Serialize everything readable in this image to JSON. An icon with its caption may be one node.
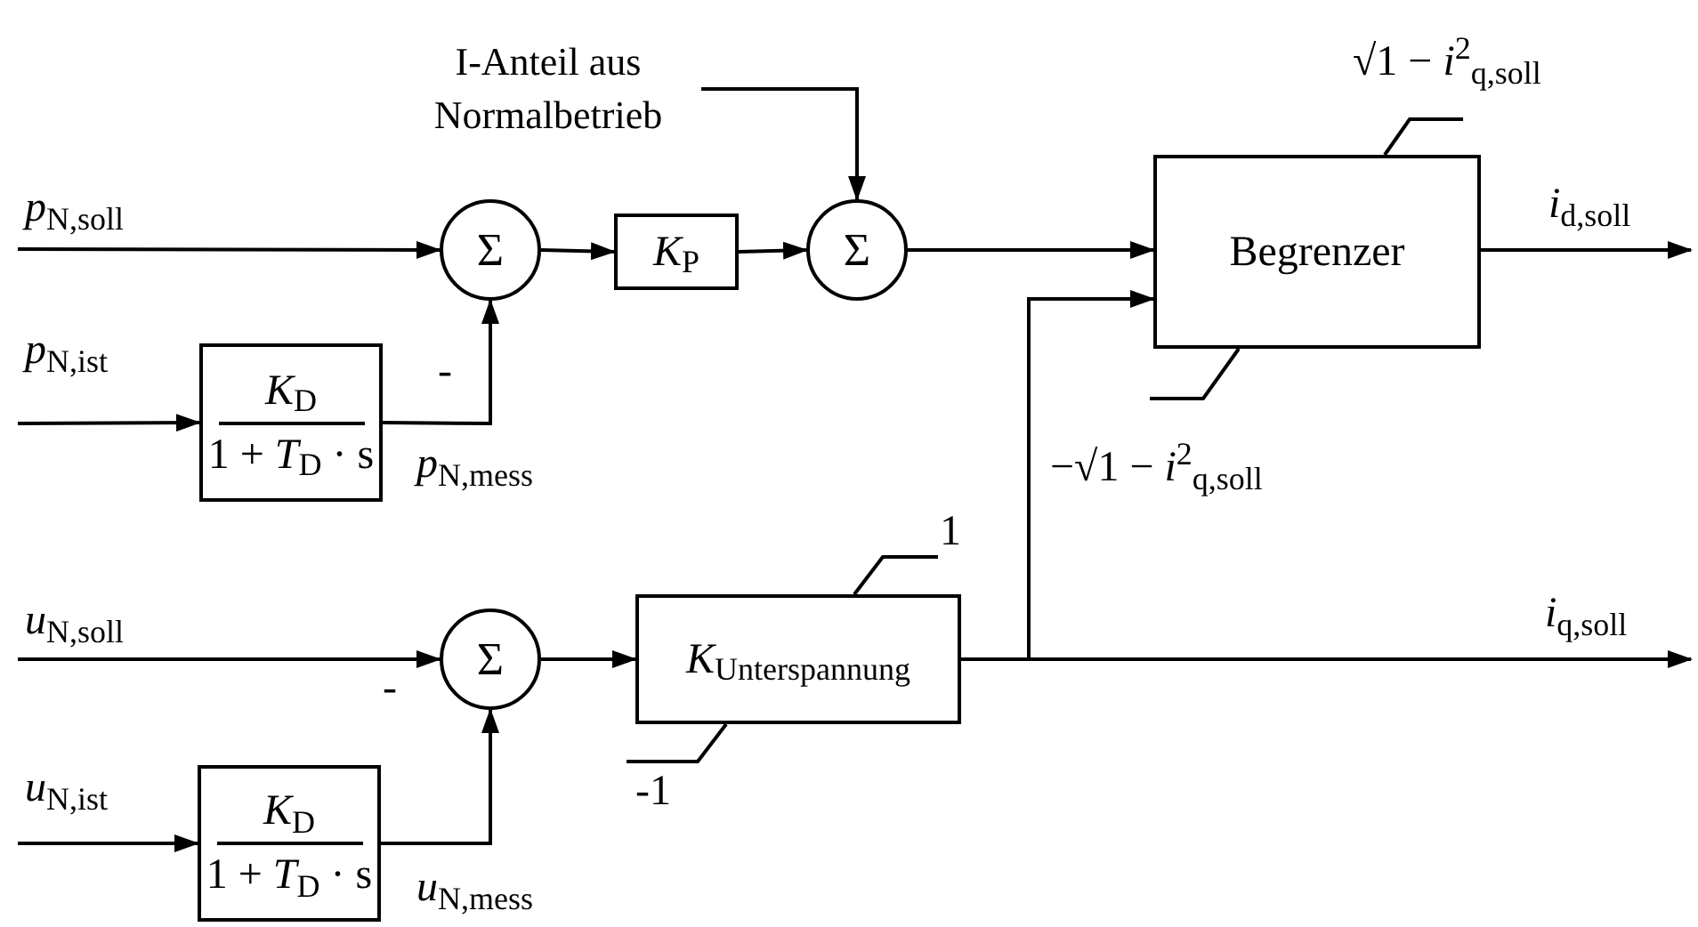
{
  "diagram": {
    "nodes": [
      {
        "text": [
          "I-Anteil aus Normalbetrieb"
        ]
      },
      {
        "text": [
          "Σ"
        ]
      },
      {
        "text": [
          "*K*$_{P}$"
        ]
      },
      {
        "text": [
          "Σ"
        ]
      },
      {
        "text": [
          "Begrenzer"
        ]
      },
      {
        "text": [
          "*K*$_{D}$",
          "1 + *T*$_{D}$ · s"
        ]
      },
      {
        "text": [
          "Σ"
        ]
      },
      {
        "text": [
          "*K*$_{Unterspannung}$"
        ]
      },
      {
        "text": [
          "*K*$_{D}$",
          "1 + *T*$_{D}$ · s"
        ]
      }
    ],
    "edges": [
      {
        "from": null,
        "to": 1,
        "arrow": "to"
      },
      {
        "from": 5,
        "to": 1,
        "arrow": "to"
      },
      {
        "from": null,
        "to": 5,
        "arrow": "to"
      },
      {
        "from": 1,
        "to": 2,
        "arrow": "to"
      },
      {
        "from": 2,
        "to": 3,
        "arrow": "to"
      },
      {
        "from": 0,
        "to": 3,
        "arrow": "to"
      },
      {
        "from": 3,
        "to": 4,
        "arrow": "to"
      },
      {
        "from": 4,
        "to": null,
        "arrow": "to"
      },
      {
        "from": null,
        "to": 6,
        "arrow": "to"
      },
      {
        "from": null,
        "to": 8,
        "arrow": "to"
      },
      {
        "from": 8,
        "to": 6,
        "arrow": "to"
      },
      {
        "from": 6,
        "to": 7,
        "arrow": "to"
      },
      {
        "from": 7,
        "to": null,
        "arrow": "to"
      },
      {
        "from": 7,
        "to": 4,
        "arrow": "to"
      }
    ],
    "labels": [
      "√1 − *i*$^{2}$$_{q,soll}$",
      "*p*$_{N,soll}$",
      "*i*$_{d,soll}$",
      "*p*$_{N,ist}$",
      "-",
      "*p*$_{N,mess}$",
      "−√1 − *i*$^{2}$$_{q,soll}$",
      "1",
      "*u*$_{N,soll}$",
      "*i*$_{q,soll}$",
      "-",
      "-1",
      "*u*$_{N,ist}$",
      "*u*$_{N,mess}$"
    ]
  }
}
